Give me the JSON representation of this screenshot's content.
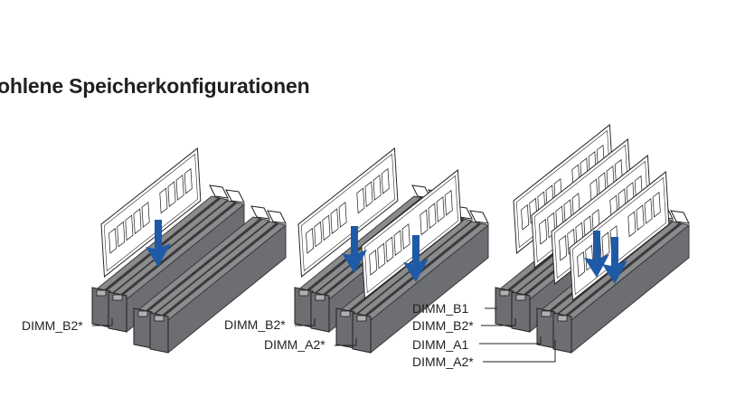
{
  "title": "ohlene Speicherkonfigurationen",
  "colors": {
    "slot": "#6d6e71",
    "slot_dark": "#3a3a3c",
    "module": "#ffffff",
    "arrow": "#1f5aa6",
    "line": "#231f20"
  },
  "configs": [
    {
      "modules": 1,
      "labels": [
        "DIMM_B2*"
      ]
    },
    {
      "modules": 2,
      "labels": [
        "DIMM_B2*",
        "DIMM_A2*"
      ]
    },
    {
      "modules": 4,
      "labels": [
        "DIMM_B1",
        "DIMM_B2*",
        "DIMM_A1",
        "DIMM_A2*"
      ]
    }
  ]
}
